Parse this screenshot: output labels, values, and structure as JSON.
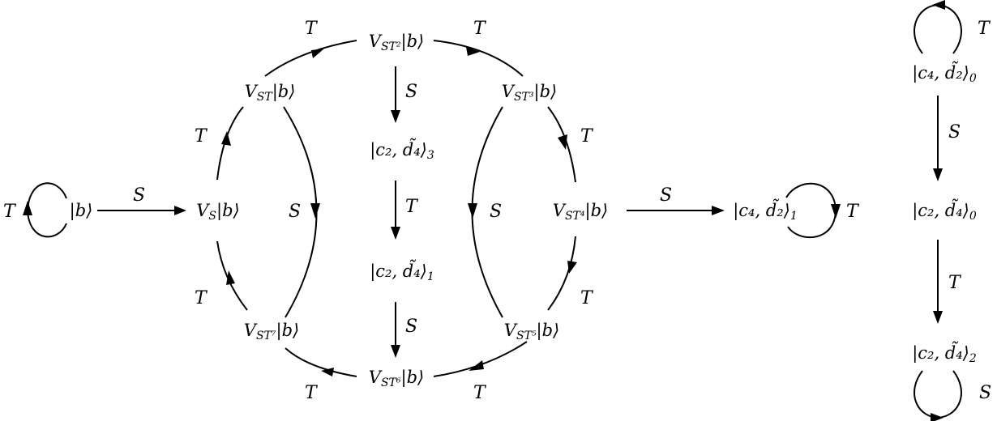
{
  "diagram": {
    "labels": {
      "S": "S",
      "T": "T"
    },
    "nodes": {
      "b": {
        "pre": "|b",
        "post": "⟩"
      },
      "vs": {
        "pre": "V",
        "sub": "S",
        "post": "|b⟩"
      },
      "vst": {
        "pre": "V",
        "sub": "ST",
        "post": "|b⟩"
      },
      "vst2": {
        "pre": "V",
        "sub": "ST²",
        "post": "|b⟩"
      },
      "vst3": {
        "pre": "V",
        "sub": "ST³",
        "post": "|b⟩"
      },
      "vst4": {
        "pre": "V",
        "sub": "ST⁴",
        "post": "|b⟩"
      },
      "vst5": {
        "pre": "V",
        "sub": "ST⁵",
        "post": "|b⟩"
      },
      "vst6": {
        "pre": "V",
        "sub": "ST⁶",
        "post": "|b⟩"
      },
      "vst7": {
        "pre": "V",
        "sub": "ST⁷",
        "post": "|b⟩"
      },
      "c2d4_3": {
        "pre": "|c₂, d̃₄⟩",
        "sub": "3"
      },
      "c2d4_1": {
        "pre": "|c₂, d̃₄⟩",
        "sub": "1"
      },
      "c4d2_1": {
        "pre": "|c₄, d̃₂⟩",
        "sub": "1"
      },
      "c4d2_0": {
        "pre": "|c₄, d̃₂⟩",
        "sub": "0"
      },
      "c2d4_0": {
        "pre": "|c₂, d̃₄⟩",
        "sub": "0"
      },
      "c2d4_2": {
        "pre": "|c₂, d̃₄⟩",
        "sub": "2"
      }
    }
  }
}
